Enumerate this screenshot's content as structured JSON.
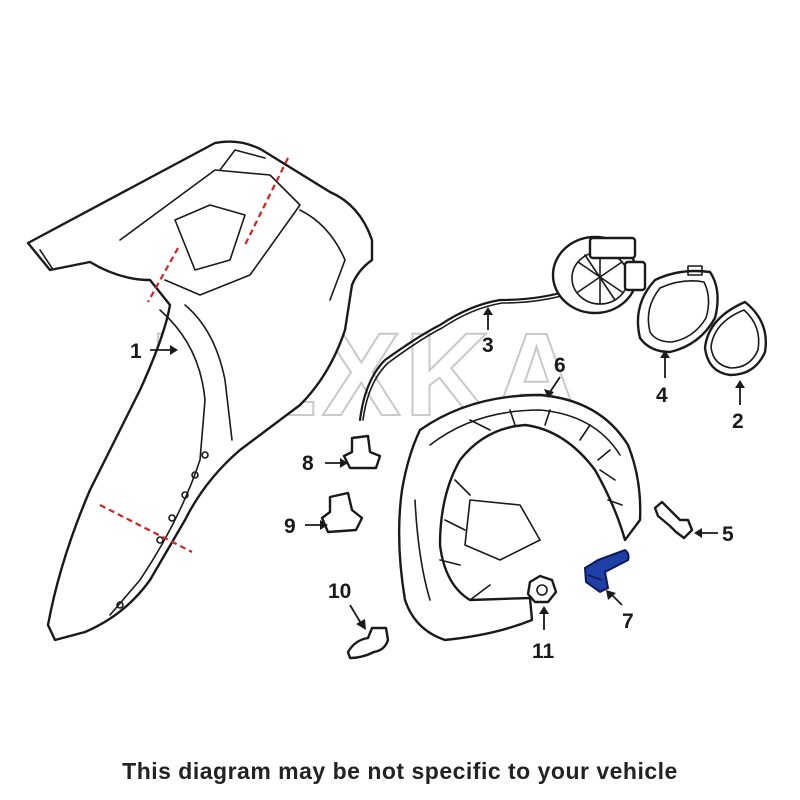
{
  "watermark": "REXKA",
  "callouts": {
    "c1": "1",
    "c2": "2",
    "c3": "3",
    "c4": "4",
    "c5": "5",
    "c6": "6",
    "c7": "7",
    "c8": "8",
    "c9": "9",
    "c10": "10",
    "c11": "11"
  },
  "colors": {
    "cut_line": "#d42020",
    "highlight_part": "#1f3fa8"
  },
  "disclaimer": "This diagram may be not specific to your vehicle"
}
